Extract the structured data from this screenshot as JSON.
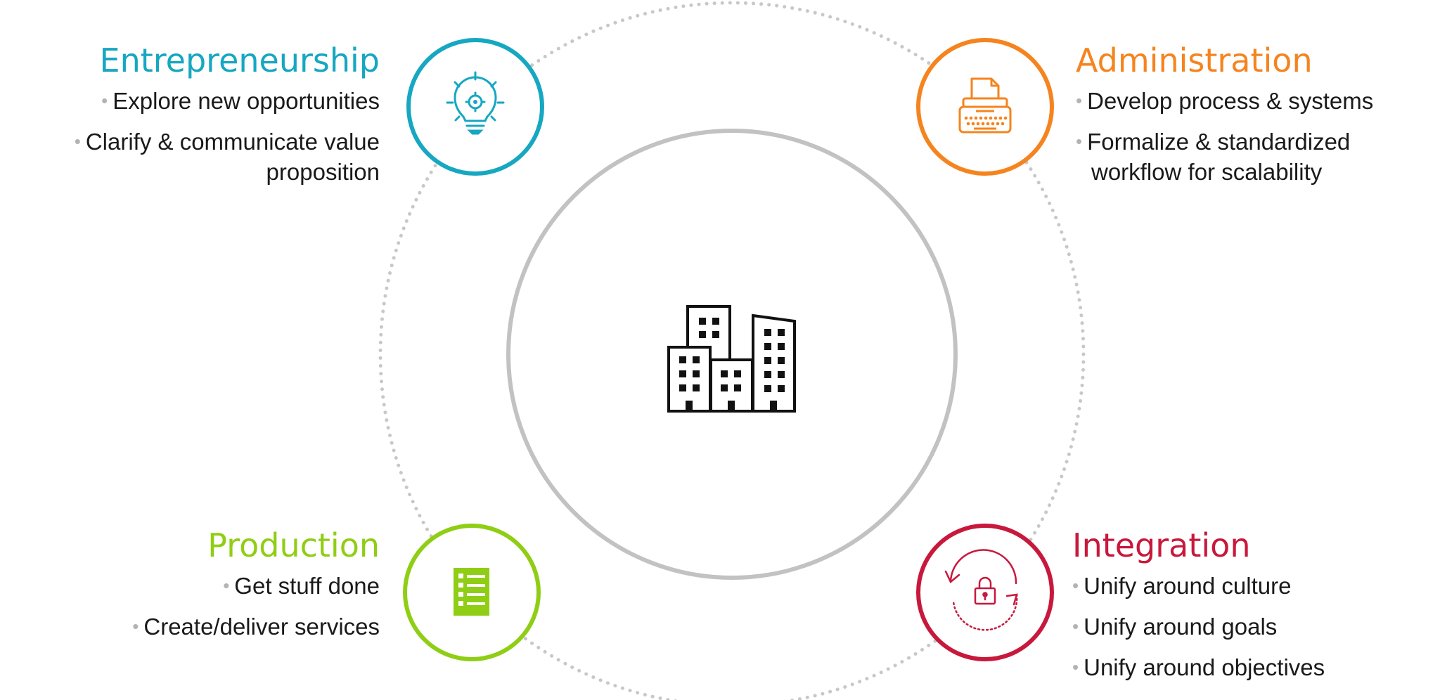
{
  "colors": {
    "entrepreneurship": "#16a7c1",
    "administration": "#f5841f",
    "production": "#8fce14",
    "integration": "#c8183c",
    "ring": "#c2c2c2",
    "dotted": "#c8c8c8",
    "center_icon": "#111111"
  },
  "center": {
    "icon": "buildings-icon"
  },
  "quadrants": {
    "entrepreneurship": {
      "title": "Entrepreneurship",
      "icon": "lightbulb-gear-icon",
      "bullets": [
        "Explore new opportunities",
        "Clarify & communicate value proposition"
      ]
    },
    "administration": {
      "title": "Administration",
      "icon": "typewriter-icon",
      "bullets": [
        "Develop process & systems",
        "Formalize & standardized workflow for scalability"
      ]
    },
    "production": {
      "title": "Production",
      "icon": "checklist-icon",
      "bullets": [
        "Get stuff done",
        "Create/deliver services"
      ]
    },
    "integration": {
      "title": "Integration",
      "icon": "lock-cycle-icon",
      "bullets": [
        "Unify around culture",
        "Unify around goals",
        "Unify around objectives"
      ]
    }
  }
}
